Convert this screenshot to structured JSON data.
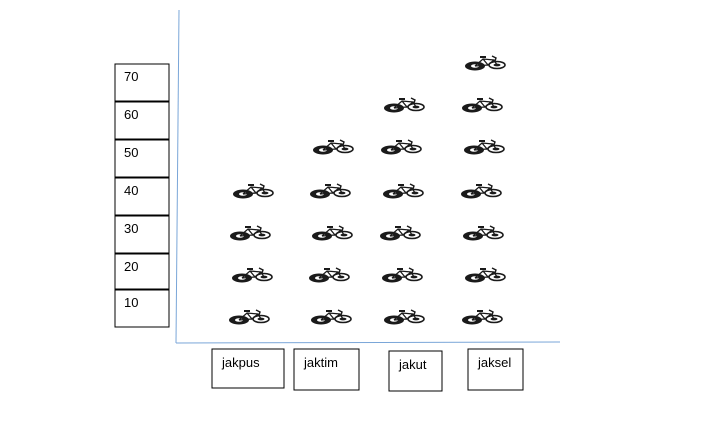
{
  "chart_data": {
    "type": "pictograph",
    "categories": [
      "jakpus",
      "jaktim",
      "jakut",
      "jaksel"
    ],
    "values": [
      40,
      50,
      60,
      70
    ],
    "unit_per_icon": 10,
    "scale_labels": [
      "70",
      "60",
      "50",
      "40",
      "30",
      "20",
      "10"
    ],
    "icon": "bicycle-icon",
    "colors": {
      "axis": "#7aa6d8",
      "icon": "#1a1a1a",
      "box_border": "#000000"
    }
  }
}
